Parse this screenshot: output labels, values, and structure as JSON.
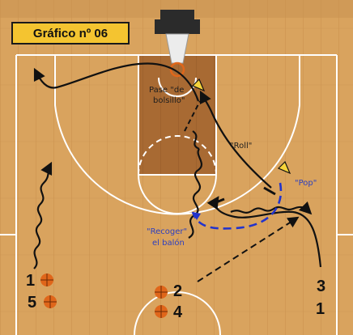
{
  "title": "Gráfico nº 06",
  "labels": {
    "pass_line1": "Pase \"de",
    "pass_line2": "bolsillo\"",
    "roll": "\"Roll\"",
    "pop": "\"Pop\"",
    "receive_line1": "\"Recoger\"",
    "receive_line2": "el balón"
  },
  "players": {
    "p1_left": "1",
    "p5": "5",
    "p2": "2",
    "p4": "4",
    "p3": "3",
    "p1_right": "1"
  },
  "colors": {
    "court_wood": "#d9a35e",
    "paint_wood": "#a86a33",
    "lines": "#ffffff",
    "title_bg": "#f4c430",
    "arrows": "#111111",
    "path_blue": "#2233cc",
    "ball": "#e0661a",
    "highlight": "#f6d33a"
  }
}
